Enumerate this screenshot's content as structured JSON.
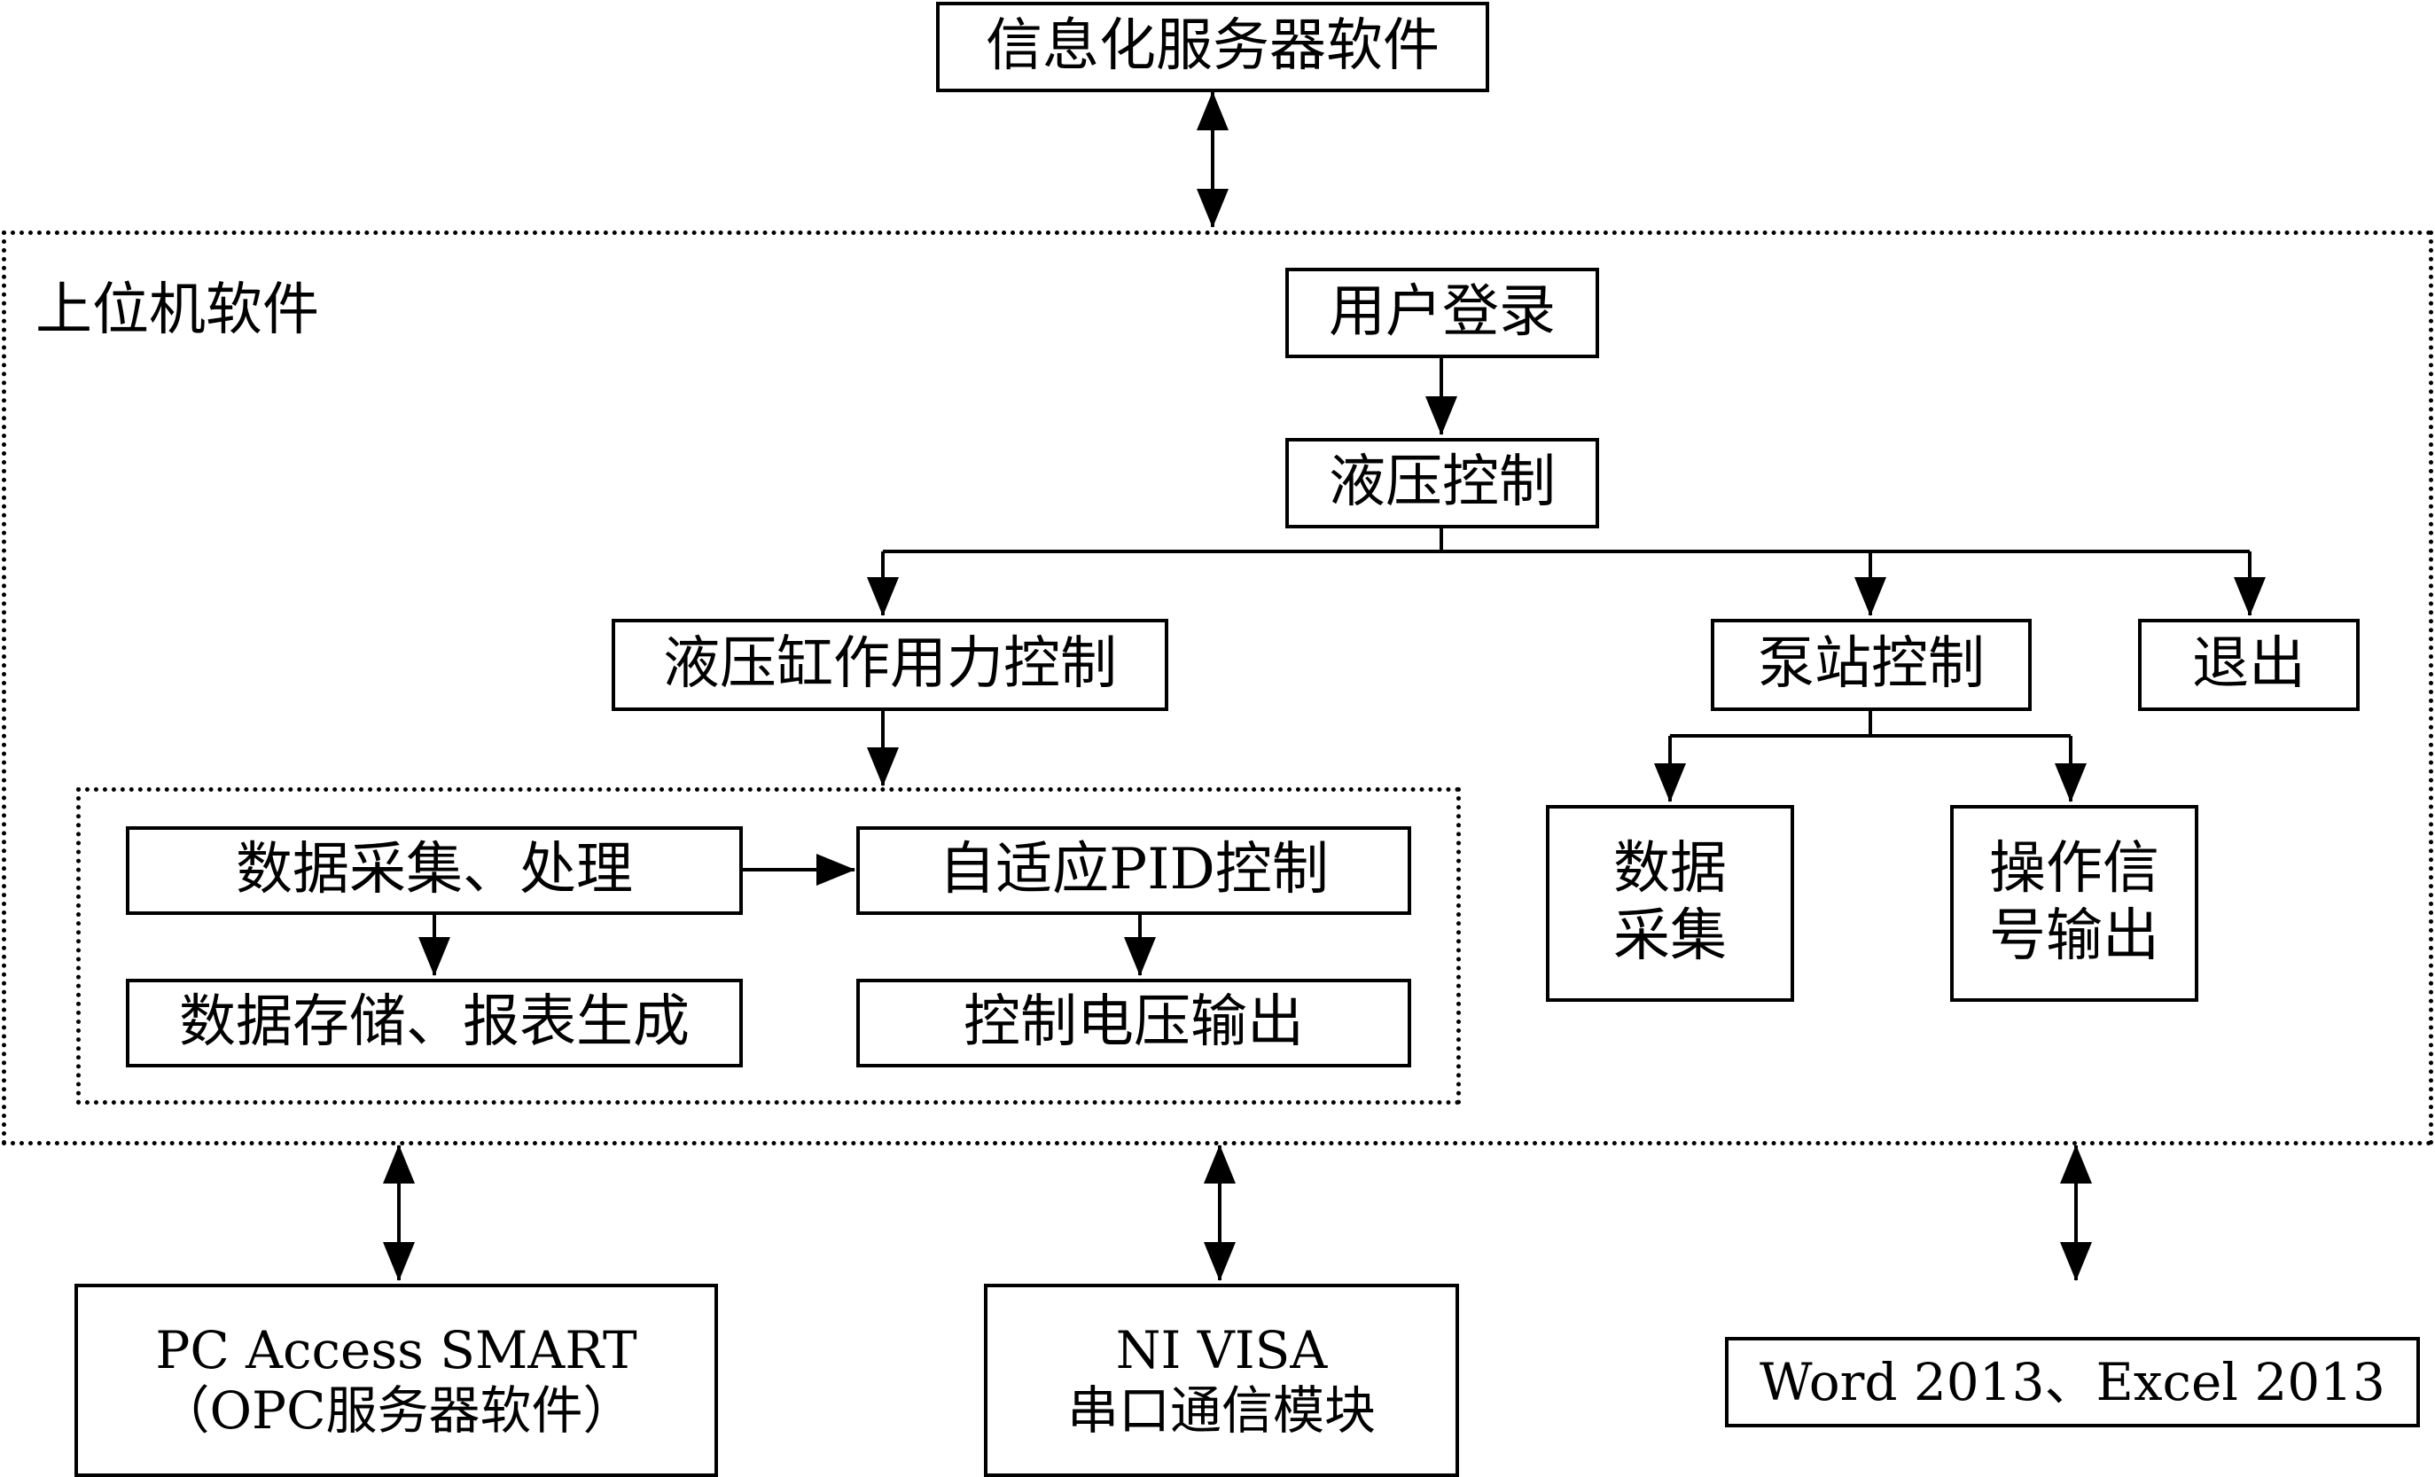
{
  "top_box": "信息化服务器软件",
  "upper_computer": {
    "label": "上位机软件",
    "user_login": "用户登录",
    "hydraulic_control": "液压控制",
    "cylinder_force_control": "液压缸作用力控制",
    "pump_station_control": "泵站控制",
    "exit": "退出",
    "data_acquisition_processing": "数据采集、处理",
    "adaptive_pid_control": "自适应PID控制",
    "data_storage_report": "数据存储、报表生成",
    "control_voltage_output": "控制电压输出",
    "pump_data_acquisition": "数据\n采集",
    "pump_operation_signal_output": "操作信\n号输出"
  },
  "bottom_boxes": {
    "pc_access": "PC Access SMART\n（OPC服务器软件）",
    "ni_visa": "NI VISA\n串口通信模块",
    "office": "Word 2013、Excel 2013"
  }
}
